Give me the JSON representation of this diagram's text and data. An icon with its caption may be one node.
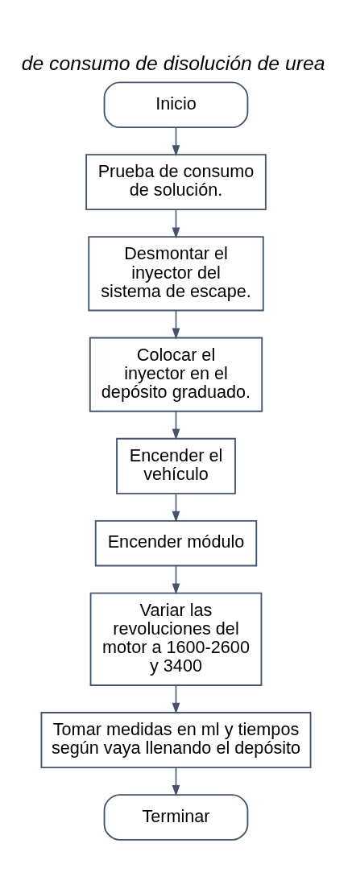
{
  "diagram": {
    "title": "de consumo de disolución de urea",
    "nodes": [
      {
        "text": [
          "Inicio"
        ]
      },
      {
        "text": [
          "Prueba de consumo de solución."
        ]
      },
      {
        "text": [
          "Desmontar el inyector del sistema de escape."
        ]
      },
      {
        "text": [
          "Colocar el inyector en el depósito graduado."
        ]
      },
      {
        "text": [
          "Encender el vehículo"
        ]
      },
      {
        "text": [
          "Encender módulo"
        ]
      },
      {
        "text": [
          "Variar las revoluciones del motor a 1600-2600 y 3400"
        ]
      },
      {
        "text": [
          "Tomar medidas en ml y tiempos según vaya llenando el depósito"
        ]
      },
      {
        "text": [
          "Terminar"
        ]
      }
    ],
    "edges": [
      {
        "from": 0,
        "to": 1,
        "arrow": "to"
      },
      {
        "from": 1,
        "to": 2,
        "arrow": "to"
      },
      {
        "from": 2,
        "to": 3,
        "arrow": "to"
      },
      {
        "from": 3,
        "to": 4,
        "arrow": "to"
      },
      {
        "from": 4,
        "to": 5,
        "arrow": "to"
      },
      {
        "from": 5,
        "to": 6,
        "arrow": "to"
      },
      {
        "from": 6,
        "to": 7,
        "arrow": "to"
      },
      {
        "from": 7,
        "to": 8,
        "arrow": "to"
      }
    ]
  }
}
